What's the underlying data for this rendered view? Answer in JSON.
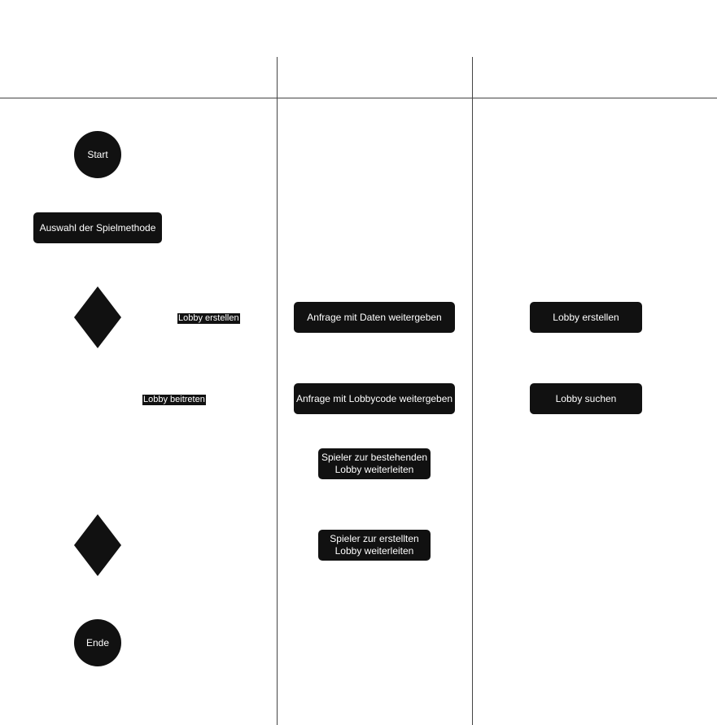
{
  "diagram": {
    "start": "Start",
    "choose_method": "Auswahl der Spielmethode",
    "branch_create": "Lobby erstellen",
    "branch_join": "Lobby beitreten",
    "forward_data": "Anfrage mit Daten weitergeben",
    "forward_code": "Anfrage mit Lobbycode weitergeben",
    "redirect_existing": "Spieler zur bestehenden\nLobby weiterleiten",
    "redirect_created": "Spieler zur erstellten\nLobby weiterleiten",
    "server_create": "Lobby erstellen",
    "server_search": "Lobby suchen",
    "end": "Ende"
  },
  "colors": {
    "node_fill": "#111111",
    "node_text": "#ffffff",
    "lines": "#444444"
  }
}
